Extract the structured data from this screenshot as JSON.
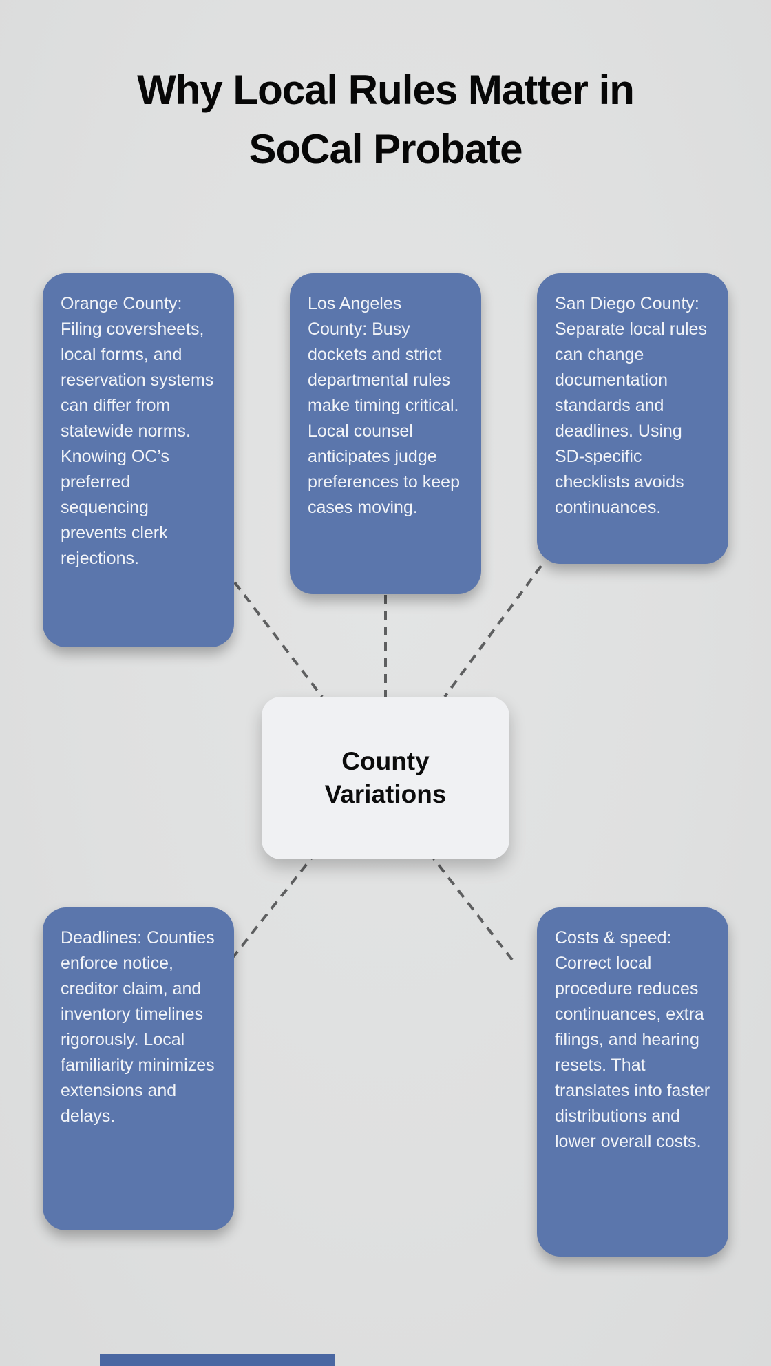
{
  "page": {
    "title_line1": "Why Local Rules Matter in",
    "title_line2": "SoCal Probate"
  },
  "center_node": {
    "label": "County Variations"
  },
  "nodes": [
    {
      "id": "orange-county",
      "text": "Orange County: Filing coversheets, local forms, and reservation systems can differ from statewide norms. Knowing OC’s preferred sequencing prevents clerk rejections."
    },
    {
      "id": "los-angeles-county",
      "text": "Los Angeles County: Busy dockets and strict departmental rules make timing critical. Local counsel anticipates judge preferences to keep cases moving."
    },
    {
      "id": "san-diego-county",
      "text": "San Diego County: Separate local rules can change documentation standards and deadlines. Using SD-specific checklists avoids continuances."
    },
    {
      "id": "deadlines",
      "text": "Deadlines: Counties enforce notice, creditor claim, and inventory timelines rigorously. Local familiarity minimizes extensions and delays."
    },
    {
      "id": "costs-speed",
      "text": "Costs & speed: Correct local procedure reduces continuances, extra filings, and hearing resets. That translates into faster distributions and lower overall costs."
    }
  ],
  "connections": [
    {
      "from": "county-variations",
      "to": "orange-county"
    },
    {
      "from": "county-variations",
      "to": "los-angeles-county"
    },
    {
      "from": "county-variations",
      "to": "san-diego-county"
    },
    {
      "from": "county-variations",
      "to": "deadlines"
    },
    {
      "from": "county-variations",
      "to": "costs-speed"
    }
  ],
  "colors": {
    "background": "#e0e1e1",
    "node_fill": "#5b76ac",
    "node_text": "#f2f4f8",
    "center_fill": "#f0f1f3",
    "center_text": "#0c0c0c",
    "title_text": "#070707",
    "connector": "#5e5f60",
    "footer_bar": "#4a67a2"
  }
}
